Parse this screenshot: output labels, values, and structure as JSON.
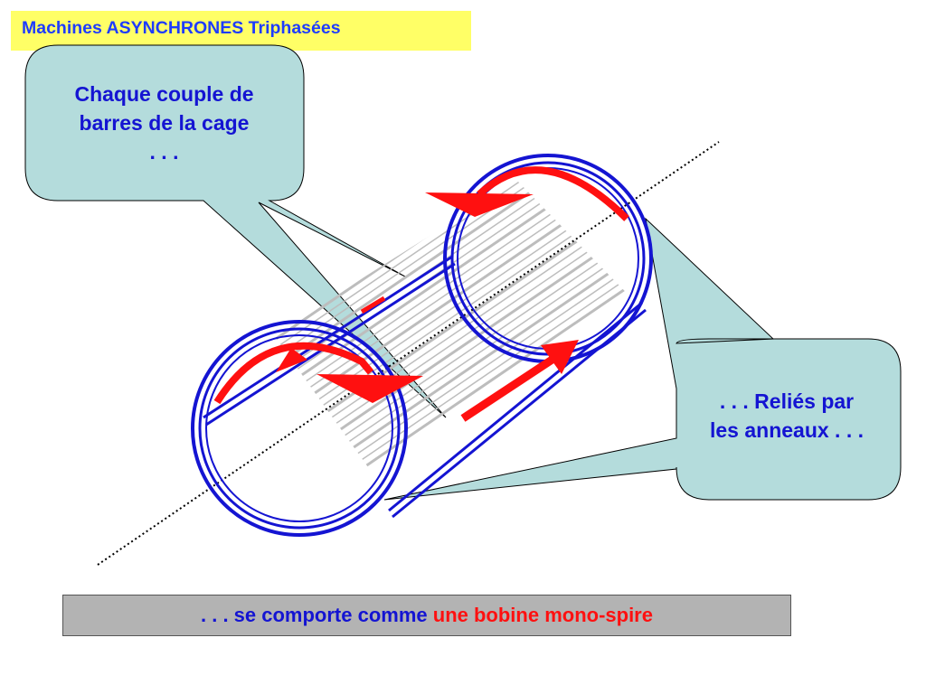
{
  "slide": {
    "title": "Machines ASYNCHRONES Triphasées"
  },
  "callouts": {
    "left": {
      "line1": "Chaque couple de",
      "line2": "barres de la cage",
      "line3": ". . ."
    },
    "right": {
      "line1": ". . . Reliés par",
      "line2": "les anneaux . . ."
    }
  },
  "caption": {
    "blue_part": ". . . se comporte comme ",
    "red_part": "une bobine mono-spire"
  },
  "colors": {
    "title_bg": "#ffff66",
    "title_text": "#1e3cff",
    "callout_fill": "#b4dcdc",
    "ring_blue": "#1414d2",
    "accent_red": "#ff1010",
    "bar_gray": "#bdbdbd",
    "caption_bg": "#b3b3b3"
  }
}
